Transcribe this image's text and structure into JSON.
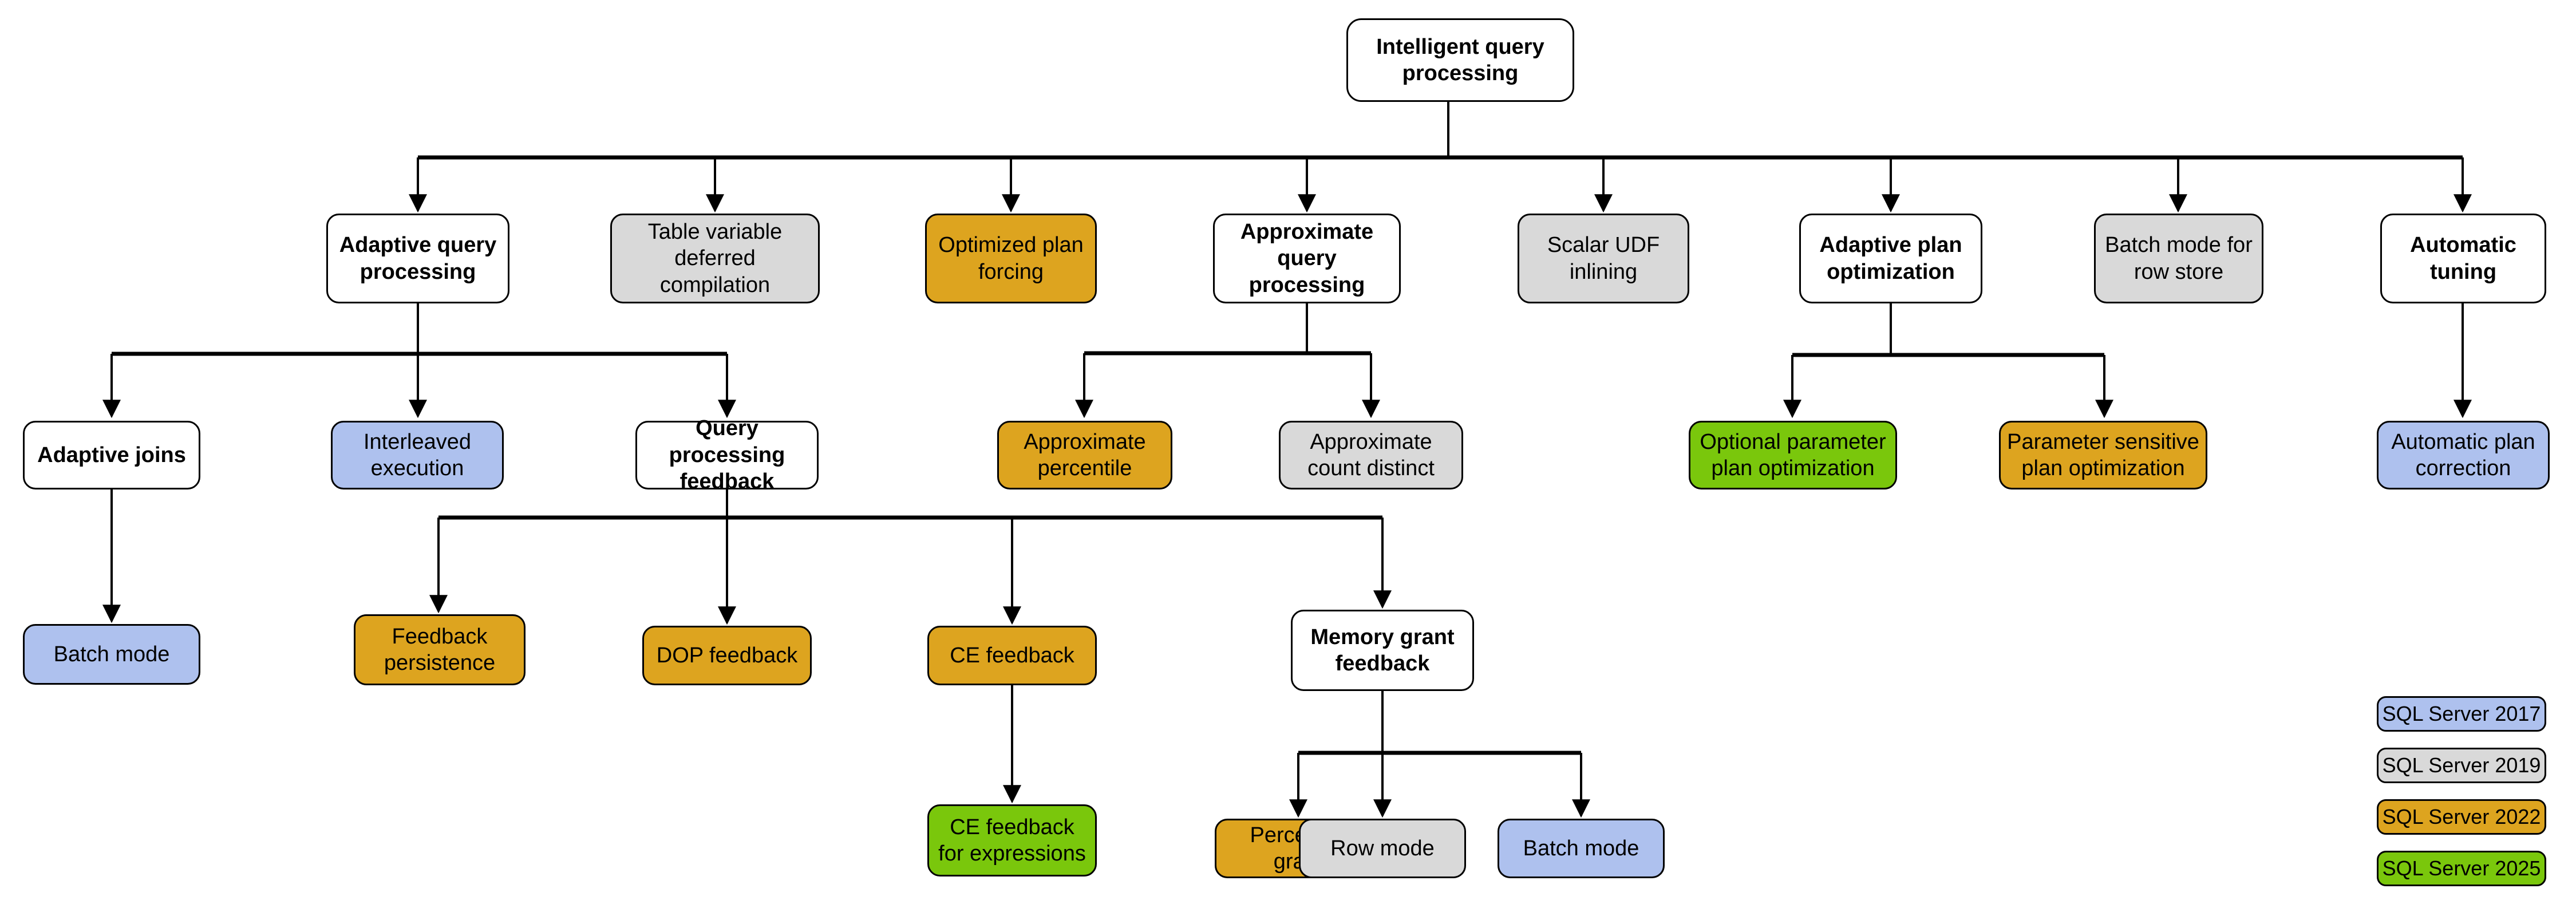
{
  "diagram": {
    "title": "Intelligent query processing",
    "root": {
      "label": "Intelligent query processing",
      "fill": "white",
      "bold": true
    },
    "level2": [
      {
        "label": "Adaptive query processing",
        "fill": "white",
        "bold": true
      },
      {
        "label": "Table variable deferred compilation",
        "fill": "gray",
        "bold": false
      },
      {
        "label": "Optimized plan forcing",
        "fill": "orange",
        "bold": false
      },
      {
        "label": "Approximate query processing",
        "fill": "white",
        "bold": true
      },
      {
        "label": "Scalar UDF inlining",
        "fill": "gray",
        "bold": false
      },
      {
        "label": "Adaptive plan optimization",
        "fill": "white",
        "bold": true
      },
      {
        "label": "Batch mode for row store",
        "fill": "gray",
        "bold": false
      },
      {
        "label": "Automatic tuning",
        "fill": "white",
        "bold": true
      }
    ],
    "level3": [
      {
        "label": "Adaptive joins",
        "fill": "white",
        "bold": true
      },
      {
        "label": "Interleaved execution",
        "fill": "blue",
        "bold": false
      },
      {
        "label": "Query processing feedback",
        "fill": "white",
        "bold": true
      },
      {
        "label": "Approximate percentile",
        "fill": "orange",
        "bold": false
      },
      {
        "label": "Approximate count distinct",
        "fill": "gray",
        "bold": false
      },
      {
        "label": "Optional parameter plan optimization",
        "fill": "green",
        "bold": false
      },
      {
        "label": "Parameter sensitive plan optimization",
        "fill": "orange",
        "bold": false
      },
      {
        "label": "Automatic plan correction",
        "fill": "blue",
        "bold": false
      }
    ],
    "level4": [
      {
        "label": "Batch mode",
        "fill": "blue",
        "bold": false
      },
      {
        "label": "Feedback persistence",
        "fill": "orange",
        "bold": false
      },
      {
        "label": "DOP feedback",
        "fill": "orange",
        "bold": false
      },
      {
        "label": "CE feedback",
        "fill": "orange",
        "bold": false
      },
      {
        "label": "Memory grant feedback",
        "fill": "white",
        "bold": true
      }
    ],
    "level5": [
      {
        "label": "CE feedback for expressions",
        "fill": "green",
        "bold": false
      },
      {
        "label": "Percentile grant",
        "fill": "orange",
        "bold": false
      },
      {
        "label": "Row mode",
        "fill": "gray",
        "bold": false
      },
      {
        "label": "Batch mode",
        "fill": "blue",
        "bold": false
      }
    ]
  },
  "legend": {
    "items": [
      {
        "label": "SQL Server 2017",
        "fill": "blue",
        "color": "#aec1ee"
      },
      {
        "label": "SQL Server 2019",
        "fill": "gray",
        "color": "#d9d9d9"
      },
      {
        "label": "SQL Server 2022",
        "fill": "orange",
        "color": "#dda41f"
      },
      {
        "label": "SQL Server 2025",
        "fill": "green",
        "color": "#7ac70c"
      }
    ]
  },
  "colors": {
    "blue": "#aec1ee",
    "gray": "#d9d9d9",
    "orange": "#dda41f",
    "green": "#7ac70c",
    "white": "#ffffff",
    "stroke": "#000000"
  }
}
